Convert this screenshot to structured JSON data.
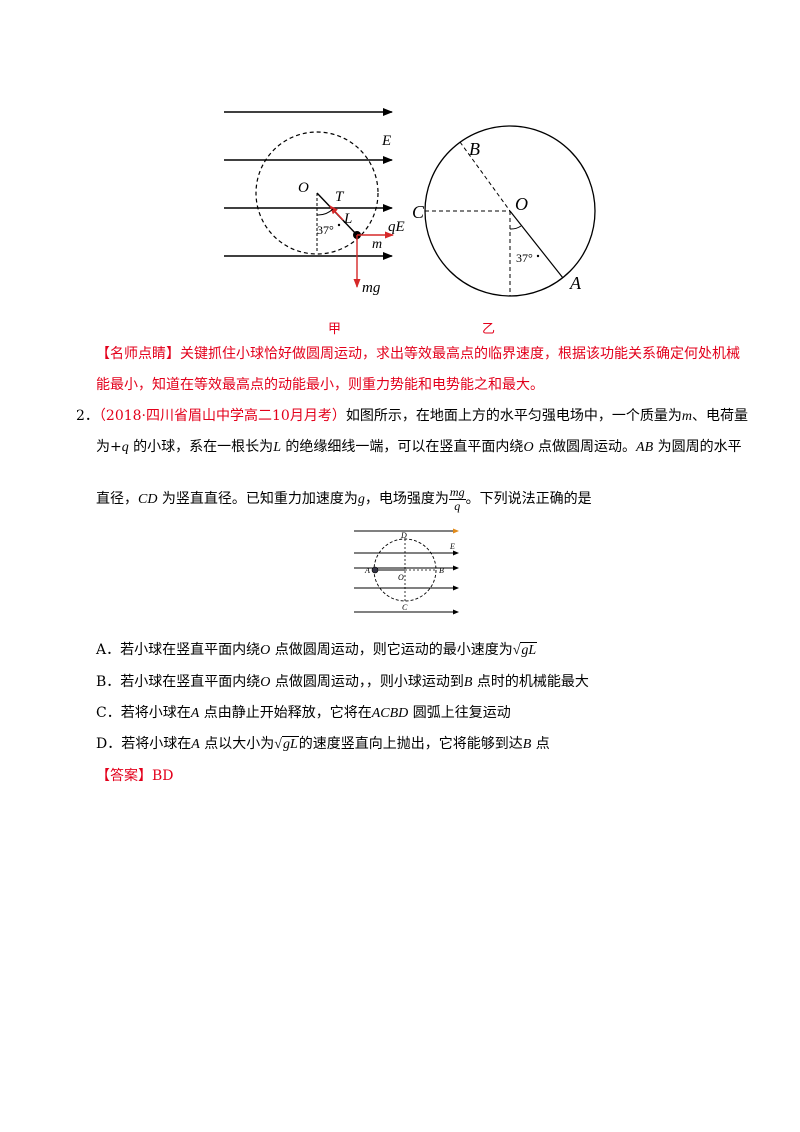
{
  "figure1": {
    "left_caption": "甲",
    "right_caption": "乙",
    "labels_left": {
      "O": "O",
      "T": "T",
      "L": "L",
      "angle": "37°",
      "E": "E",
      "qE": "qE",
      "m": "m",
      "mg": "mg"
    },
    "labels_right": {
      "B": "B",
      "O": "O",
      "C": "C",
      "A": "A",
      "angle": "37°"
    }
  },
  "tip": {
    "tag": "【名师点睛】",
    "line1": "关键抓住小球恰好做圆周运动，求出等效最高点的临界速度，根据该功能关系确定何处机械",
    "line2": "能最小，知道在等效最高点的动能最小，则重力势能和电势能之和最大。"
  },
  "question": {
    "number": "2．",
    "source": "（2018·四川省眉山中学高二10月月考）",
    "line1_a": "如图所示，在地面上方的水平匀强电场中，一个质量为",
    "line1_m": "m",
    "line1_b": "、电荷量",
    "line2_a": "为+",
    "line2_q": "q",
    "line2_b": " 的小球，系在一根长为",
    "line2_L": "L",
    "line2_c": " 的绝缘细线一端，可以在竖直平面内绕",
    "line2_O": "O",
    "line2_d": " 点做圆周运动。",
    "line2_AB": "AB",
    "line2_e": " 为圆周的水平",
    "line3_a": "直径，",
    "line3_CD": "CD",
    "line3_b": " 为竖直直径。已知重力加速度为",
    "line3_g": "g",
    "line3_c": "，电场强度为",
    "frac_num": "mg",
    "frac_den": "q",
    "line3_d": "。下列说法正确的是"
  },
  "figure2": {
    "D": "D",
    "E": "E",
    "A": "A",
    "O": "O",
    "B": "B",
    "C": "C"
  },
  "options": [
    {
      "letter": "A．",
      "pre": "若小球在竖直平面内绕",
      "O": "O",
      "post": " 点做圆周运动，则它运动的最小速度为",
      "radicand": "gL"
    },
    {
      "letter": "B．",
      "pre": "若小球在竖直平面内绕",
      "O": "O",
      "mid": " 点做圆周运动，，则小球运动到",
      "B": "B",
      "post": " 点时的机械能最大"
    },
    {
      "letter": "C．",
      "pre": "若将小球在",
      "A": "A",
      "mid": " 点由静止开始释放，它将在",
      "arc": "ACBD",
      "post": " 圆弧上往复运动"
    },
    {
      "letter": "D．",
      "pre": "若将小球在",
      "A": "A",
      "mid": " 点以大小为",
      "radicand": "gL",
      "mid2": "的速度竖直向上抛出，它将能够到达",
      "B": "B",
      "post": " 点"
    }
  ],
  "answer": {
    "tag": "【答案】",
    "value": "BD"
  },
  "colors": {
    "red": "#e3001b",
    "arrow_red": "#d62828",
    "text": "#000000"
  }
}
